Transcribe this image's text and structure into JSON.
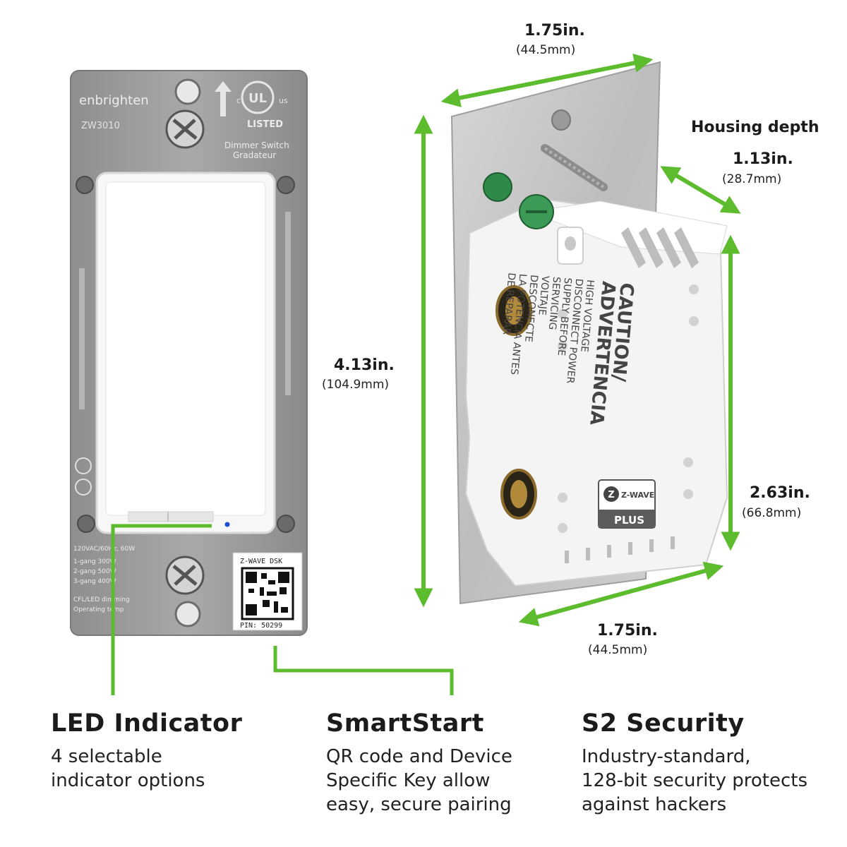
{
  "front_device": {
    "brand": "enbrighten",
    "model": "ZW3010",
    "cert_mark": "LISTED",
    "cert_text": [
      "Dimmer Switch",
      "Gradateur"
    ],
    "label_lines": [
      "120VAC/60Hz, 60W",
      "1-gang 300W",
      "2-gang 500W",
      "3-gang 400W",
      "CFL/LED dimming",
      "Operating temp"
    ],
    "qr_top": "Z-WAVE DSK",
    "qr_bottom": "PIN: 50299"
  },
  "back_device": {
    "caution_title": "CAUTION/",
    "caution_title2": "ADVERTENCIA",
    "caution_lines": [
      "HIGH VOLTAGE",
      "DISCONNECT POWER",
      "SUPPLY BEFORE",
      "SERVICING",
      "VOLTAJE",
      "DESCONECTE",
      "LA POTENCIA ANTES",
      "DE REPARAR"
    ],
    "zwave_logo": "Z-WAVE",
    "zwave_plus": "PLUS"
  },
  "dimensions": {
    "top_width": {
      "main": "1.75in.",
      "sub": "(44.5mm)"
    },
    "front_height": {
      "main": "4.13in.",
      "sub": "(104.9mm)"
    },
    "housing_label": "Housing depth",
    "housing_depth": {
      "main": "1.13in.",
      "sub": "(28.7mm)"
    },
    "housing_height": {
      "main": "2.63in.",
      "sub": "(66.8mm)"
    },
    "bottom_width": {
      "main": "1.75in.",
      "sub": "(44.5mm)"
    }
  },
  "features": [
    {
      "title": "LED Indicator",
      "lines": [
        "4 selectable",
        "indicator options"
      ]
    },
    {
      "title": "SmartStart",
      "lines": [
        "QR code and Device",
        "Specific Key allow",
        "easy, secure pairing"
      ]
    },
    {
      "title": "S2 Security",
      "lines": [
        "Industry-standard,",
        "128-bit security protects",
        "against hackers"
      ]
    }
  ],
  "colors": {
    "accent_green": "#5dbb2e",
    "plate_gray": "#9a9a9a",
    "housing_white": "#f4f4f4",
    "led_blue": "#1a4fd8"
  }
}
